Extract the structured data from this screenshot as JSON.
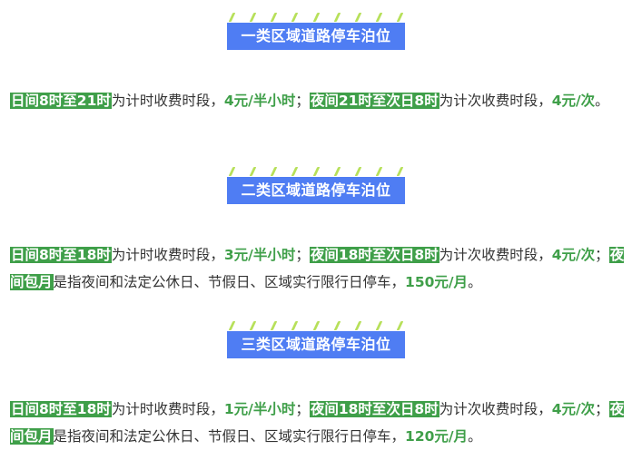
{
  "sections": [
    {
      "title": "一类区域道路停车泊位",
      "day_period": "日间8时至21时",
      "day_desc": "为计时收费时段，",
      "day_price": "4元/半小时",
      "sep1": "；",
      "night_period": "夜间21时至次日8时",
      "night_desc": "为计次收费时段，",
      "night_price": "4元/次",
      "end": "。"
    },
    {
      "title": "二类区域道路停车泊位",
      "day_period": "日间8时至18时",
      "day_desc": "为计时收费时段，",
      "day_price": "3元/半小时",
      "sep1": "；",
      "night_period": "夜间18时至次日8时",
      "night_desc": "为计次收费时段，",
      "night_price": "4元/次",
      "sep2": "；",
      "monthly_label": "夜间包月",
      "monthly_desc": "是指夜间和法定公休日、节假日、区域实行限行日停车，",
      "monthly_price": "150元/月",
      "end": "。"
    },
    {
      "title": "三类区域道路停车泊位",
      "day_period": "日间8时至18时",
      "day_desc": "为计时收费时段，",
      "day_price": "1元/半小时",
      "sep1": "；",
      "night_period": "夜间18时至次日8时",
      "night_desc": "为计次收费时段，",
      "night_price": "4元/次",
      "sep2": "；",
      "monthly_label": "夜间包月",
      "monthly_desc": "是指夜间和法定公休日、节假日、区域实行限行日停车，",
      "monthly_price": "120元/月",
      "end": "。"
    }
  ],
  "colors": {
    "title_bg": "#4f7df3",
    "highlight": "#3f9f49",
    "stripe": "#b7e05a",
    "text": "#333333"
  }
}
